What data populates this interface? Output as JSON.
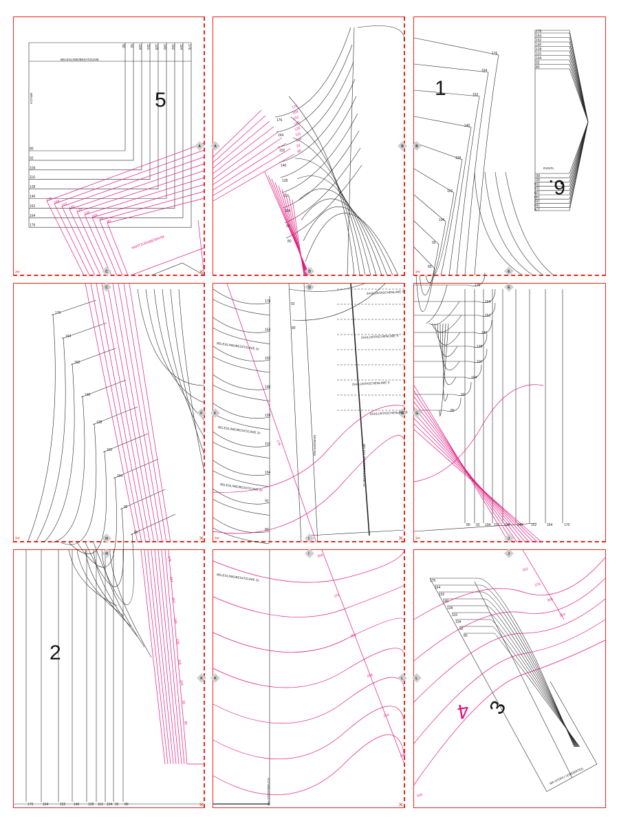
{
  "sheet": {
    "sizes": [
      "80",
      "92",
      "104",
      "116",
      "128",
      "140",
      "152",
      "164",
      "176"
    ],
    "markers": [
      "A",
      "B",
      "C",
      "D",
      "E",
      "F",
      "G",
      "H",
      "I",
      "J",
      "K",
      "L"
    ],
    "piece_numbers": {
      "p1": "1",
      "p2": "2",
      "p3": "3",
      "p4": "4",
      "p5": "5",
      "p6": "6."
    },
    "labels": {
      "facing_line": "BELEGLINIE/BESATZLINIE",
      "facing_line_2x": "BELEGLINIE/BESATZLINIE 2x",
      "fold": "BRUCH",
      "pocket_line": "ZAHLUNTASCHENLINIE S",
      "piece6_label": "RVD/FL",
      "mid_front": "MA-STOFF/BRUCH",
      "seam_line": "NAHTZUGABE/SAUM",
      "vertical_label": "MARKIERUNG",
      "piece3_label": "MA-STOFF/ VORDERTEIL"
    },
    "magenta_sizes": [
      "176",
      "164",
      "152",
      "140",
      "128",
      "116",
      "104",
      "92",
      "80"
    ],
    "colors": {
      "cut_border": "#e8221c",
      "pattern_line": "#222222",
      "alt_size": "#e0147a",
      "marker": "#d0d0d0"
    }
  }
}
